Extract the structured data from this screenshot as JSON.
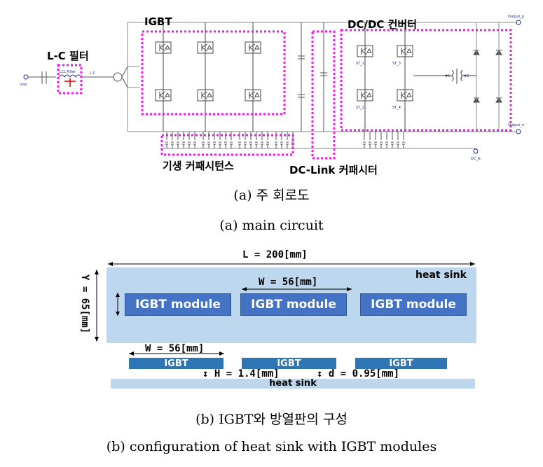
{
  "circuit": {
    "labels": {
      "igbt": "IGBT",
      "lc_filter": "L-C 필터",
      "dcdc": "DC/DC 컨버터",
      "parasitic": "기생 커패시턴스",
      "dclink": "DC-Link 커패시터",
      "lcl_filter": "LCL Filter",
      "output_p": "Output_p",
      "output_n": "Output_n",
      "dc_g": "DC_G",
      "source": "uvw",
      "lc_out": "L-C",
      "transformer_1": "#1",
      "transformer_2": "#2",
      "st1": "ST_1",
      "st2": "ST_2",
      "st3": "ST_3",
      "st4": "ST_4"
    },
    "caption_ko": "(a) 주 회로도",
    "caption_en": "(a) main circuit"
  },
  "heatsink": {
    "top": {
      "length_label": "L = 200[mm]",
      "height_label": "Y = 65[mm]",
      "width_label": "W = 56[mm]",
      "sink_label": "heat sink",
      "modules": [
        "IGBT module",
        "IGBT module",
        "IGBT module"
      ]
    },
    "side": {
      "width_label": "W = 56[mm]",
      "bars": [
        "IGBT",
        "IGBT",
        "IGBT"
      ],
      "h_label": "H = 1.4[mm]",
      "d_label": "d = 0.95[mm]",
      "sink_label": "heat sink"
    },
    "caption_ko": "(b) IGBT와 방열판의 구성",
    "caption_en": "(b) configuration of heat sink with IGBT modules"
  },
  "colors": {
    "dotted_box": "#e61ee6",
    "heat_sink_fill": "#bdd7ee",
    "module_fill": "#4472c4",
    "bar_fill": "#2e75b6"
  }
}
